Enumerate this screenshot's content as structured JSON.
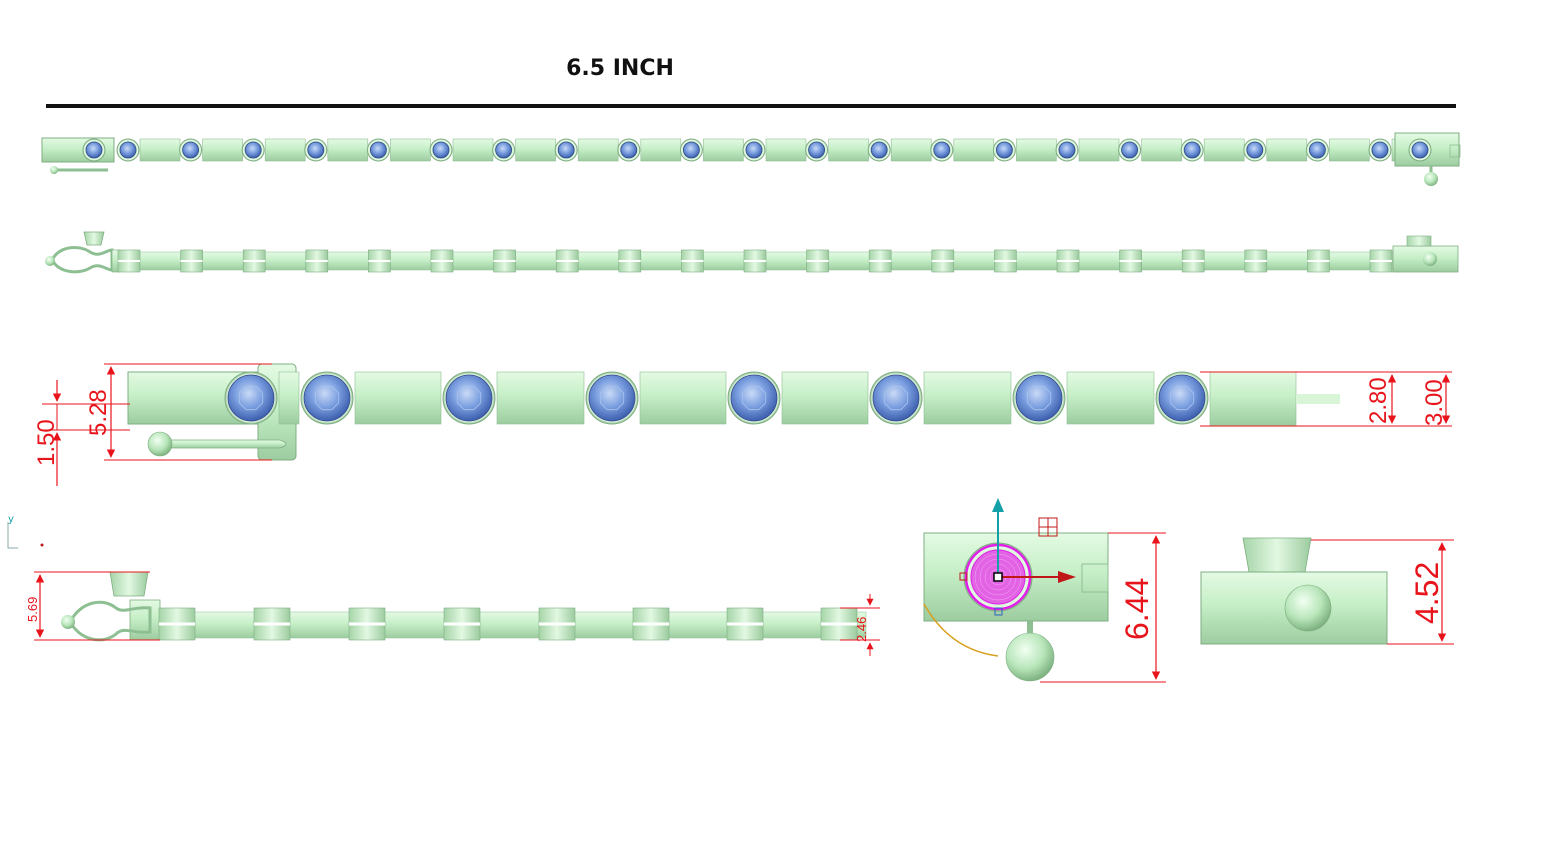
{
  "title": "6.5 INCH",
  "dimensions": {
    "clasp_height": "5.28",
    "clasp_offset": "1.50",
    "link_height_inner": "2.80",
    "link_height_outer": "3.00",
    "side_view_height": "5.69",
    "side_view_thickness": "2.46",
    "clasp_end_height": "6.44",
    "clasp_side_height": "4.52"
  },
  "axis": {
    "y_label": "y"
  },
  "colors": {
    "metal": "#c6f0c8",
    "metal_dark": "#8ebf92",
    "stone": "#6f95d8",
    "dimension": "#e8141c",
    "gizmo_magenta": "#e020e8",
    "gizmo_cyan": "#14a0a8",
    "gizmo_red": "#c01818"
  },
  "icons": [
    "move-gizmo-icon",
    "pivot-handle-icon",
    "grid-snap-icon"
  ]
}
